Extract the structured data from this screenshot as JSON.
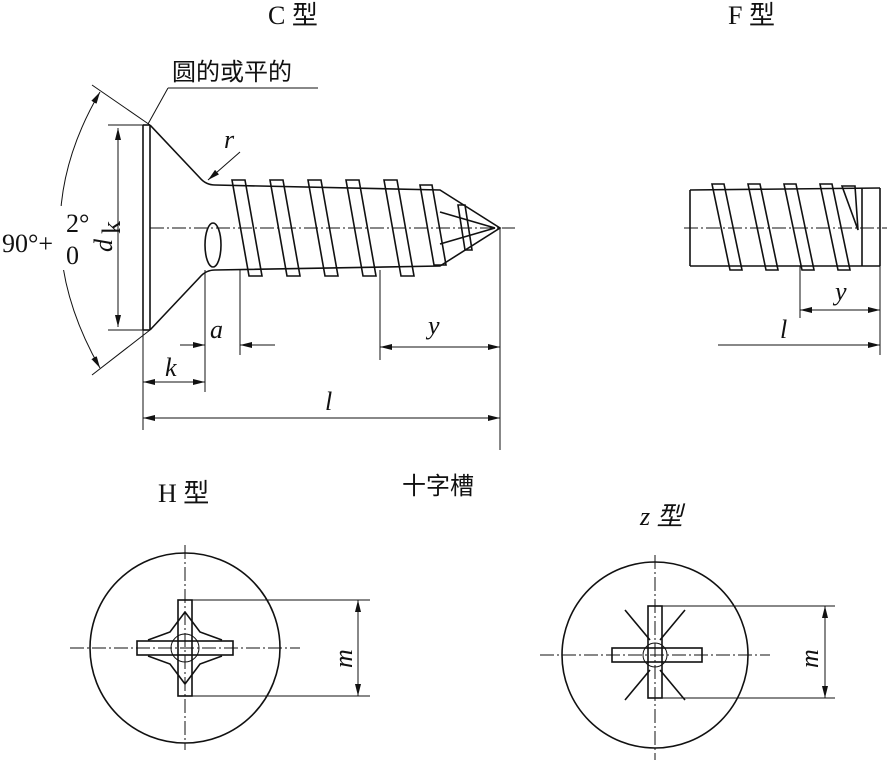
{
  "views": {
    "c_type": {
      "title": "C 型",
      "head_note": "圆的或平的",
      "radius": "r",
      "angle": "90°+",
      "angle_tol_upper": "2°",
      "angle_tol_lower": "0",
      "head_dia": "d",
      "head_dia_sub": "k",
      "dim_a": "a",
      "dim_k": "k",
      "dim_y": "y",
      "dim_l": "l"
    },
    "f_type": {
      "title": "F 型",
      "dim_y": "y",
      "dim_l": "l"
    },
    "h_type": {
      "title": "H 型",
      "recess_label": "十字槽",
      "dim_m": "m"
    },
    "z_type": {
      "title": "z 型",
      "dim_m": "m"
    }
  }
}
